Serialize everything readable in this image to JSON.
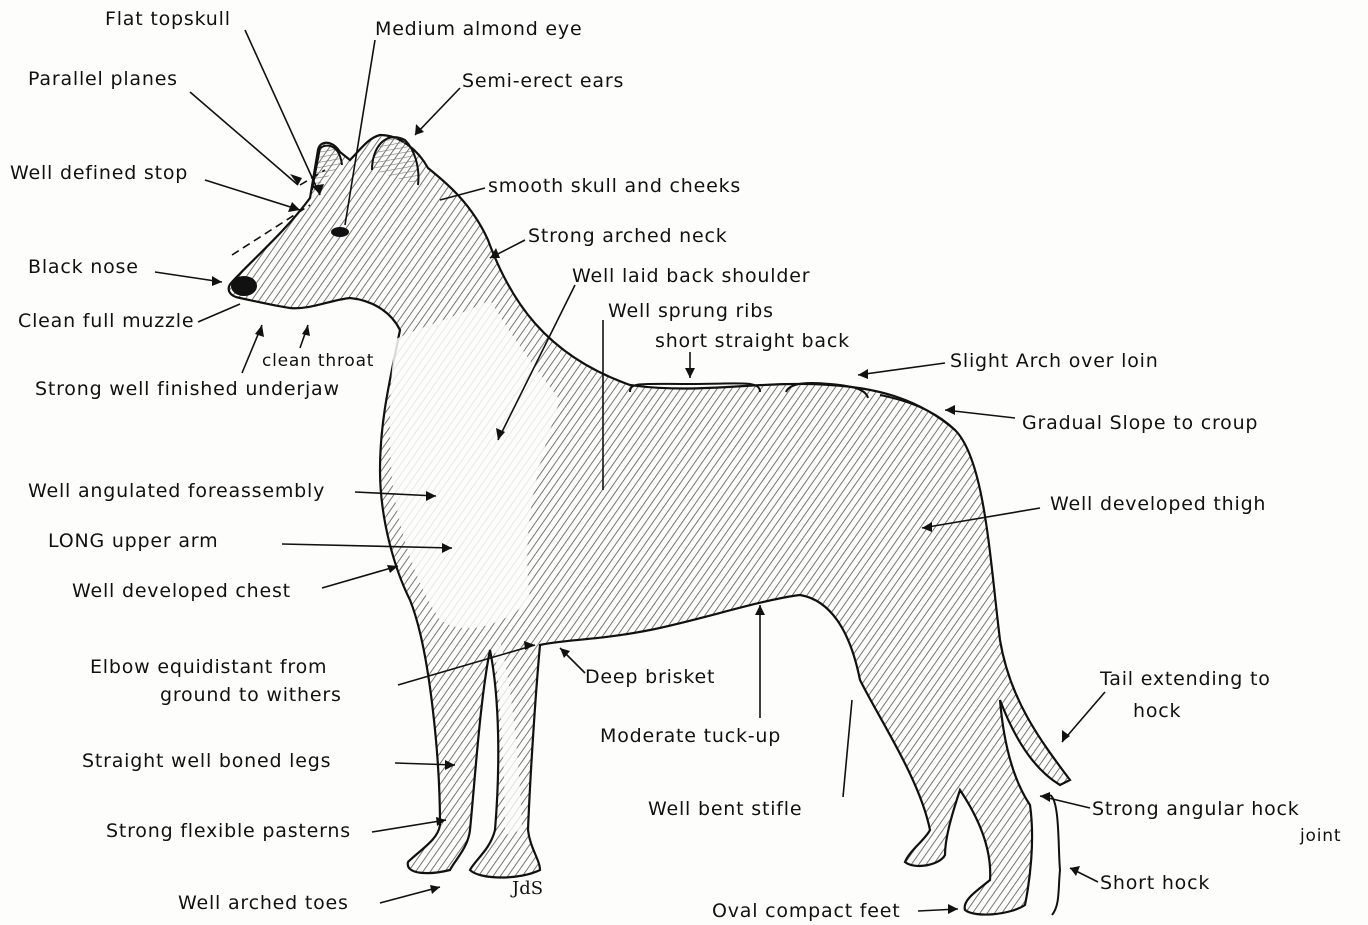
{
  "labels": {
    "flat_topskull": "Flat topskull",
    "medium_almond_eye": "Medium almond eye",
    "parallel_planes": "Parallel planes",
    "semi_erect_ears": "Semi-erect ears",
    "well_defined_stop": "Well defined stop",
    "smooth_skull": "smooth skull and cheeks",
    "strong_arched_neck": "Strong arched neck",
    "black_nose": "Black nose",
    "well_laid_back_shoulder": "Well laid back shoulder",
    "clean_full_muzzle": "Clean full muzzle",
    "well_sprung_ribs": "Well sprung ribs",
    "clean_throat": "clean throat",
    "short_straight_back": "short straight back",
    "strong_underjaw": "Strong well finished underjaw",
    "slight_arch": "Slight Arch over loin",
    "gradual_slope": "Gradual Slope to croup",
    "well_angulated_foreassembly": "Well angulated foreassembly",
    "well_developed_thigh": "Well developed thigh",
    "long_upper_arm": "LONG upper arm",
    "well_developed_chest": "Well developed chest",
    "elbow_line1": "Elbow equidistant from",
    "elbow_line2": "ground to withers",
    "deep_brisket": "Deep brisket",
    "tail_line1": "Tail extending to",
    "tail_line2": "hock",
    "moderate_tuck_up": "Moderate tuck-up",
    "straight_legs": "Straight well boned legs",
    "well_bent_stifle": "Well bent stifle",
    "strong_hock_line1": "Strong angular hock",
    "strong_hock_line2": "joint",
    "strong_pasterns": "Strong flexible pasterns",
    "short_hock": "Short hock",
    "well_arched_toes": "Well arched toes",
    "oval_feet": "Oval compact feet",
    "signature": "JdS"
  },
  "colors": {
    "ink": "#111111",
    "paper": "#fdfdfb",
    "shade": "#6f6f6f"
  }
}
